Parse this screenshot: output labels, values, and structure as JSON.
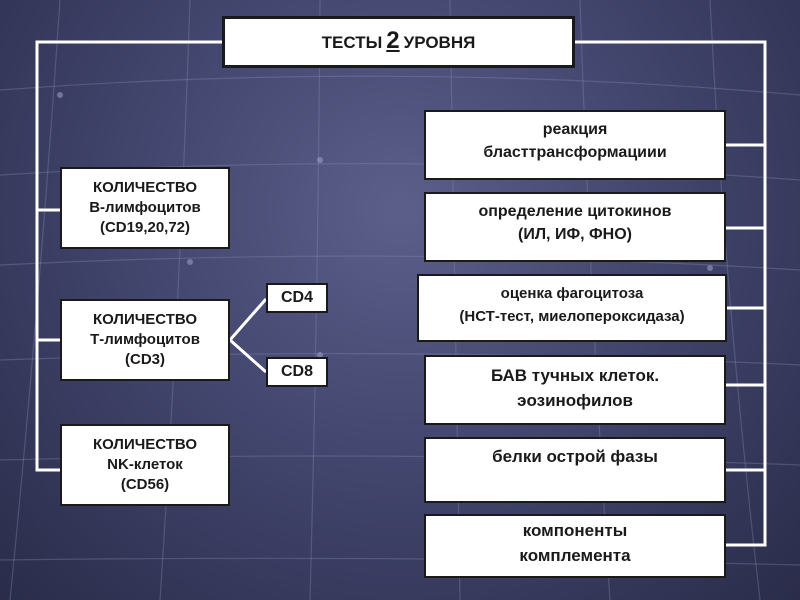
{
  "title": {
    "prefix": "ТЕСТЫ",
    "number": "2",
    "suffix": "УРОВНЯ"
  },
  "left_boxes": [
    {
      "lines": [
        "КОЛИЧЕСТВО",
        "В-лимфоцитов",
        "(CD19,20,72)"
      ]
    },
    {
      "lines": [
        "КОЛИЧЕСТВО",
        "Т-лимфоцитов",
        "(CD3)"
      ]
    },
    {
      "lines": [
        "КОЛИЧЕСТВО",
        "NK-клеток",
        "(CD56)"
      ]
    }
  ],
  "cd_boxes": [
    "CD4",
    "CD8"
  ],
  "right_boxes": [
    {
      "lines": [
        "реакция",
        "бласттрансформациии"
      ]
    },
    {
      "lines": [
        "определение цитокинов",
        "(ИЛ, ИФ, ФНО)"
      ]
    },
    {
      "lines": [
        "оценка фагоцитоза",
        "(НСТ-тест, миелопероксидаза)"
      ]
    },
    {
      "lines": [
        "БАВ тучных клеток.",
        "эозинофилов"
      ]
    },
    {
      "lines": [
        "белки острой фазы"
      ]
    },
    {
      "lines": [
        "компоненты",
        "комплемента"
      ]
    }
  ],
  "colors": {
    "background": "#43466e",
    "connector": "#ffffff",
    "box_border": "#1a1a1a"
  }
}
